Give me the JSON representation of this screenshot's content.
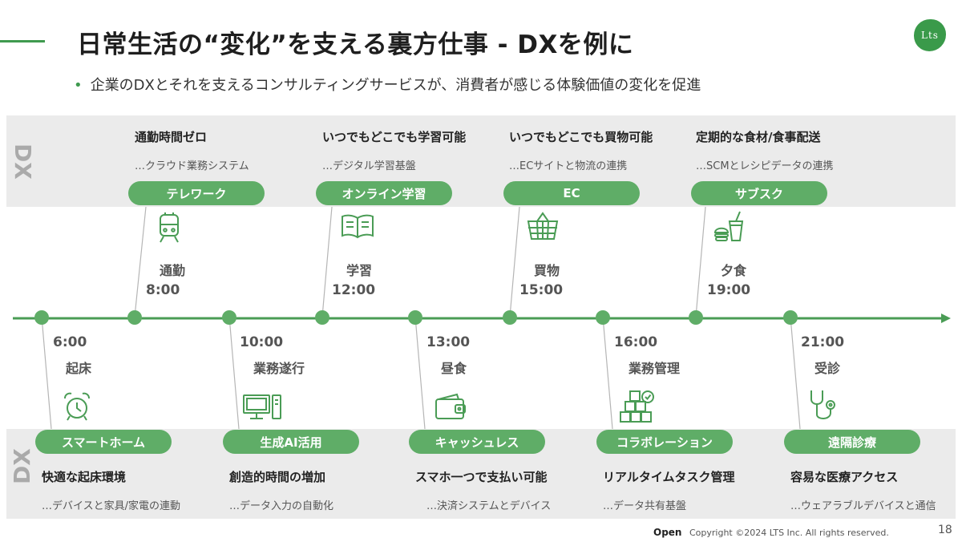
{
  "header": {
    "title": "日常生活の“変化”を支える裏方仕事 - DXを例に",
    "bullet": "•",
    "subtitle": "企業のDXとそれを支えるコンサルティングサービスが、消費者が感じる体験価値の変化を促進",
    "logo": "Lts"
  },
  "dx_label": "DX",
  "top_events": [
    {
      "time": "8:00",
      "activity": "通勤",
      "pill": "テレワーク",
      "value": "通勤時間ゼロ",
      "basis": "…クラウド業務システム",
      "icon": "train-icon"
    },
    {
      "time": "12:00",
      "activity": "学習",
      "pill": "オンライン学習",
      "value": "いつでもどこでも学習可能",
      "basis": "…デジタル学習基盤",
      "icon": "book-icon"
    },
    {
      "time": "15:00",
      "activity": "買物",
      "pill": "EC",
      "value": "いつでもどこでも買物可能",
      "basis": "…ECサイトと物流の連携",
      "icon": "basket-icon"
    },
    {
      "time": "19:00",
      "activity": "夕食",
      "pill": "サブスク",
      "value": "定期的な食材/食事配送",
      "basis": "…SCMとレシピデータの連携",
      "icon": "burger-drink-icon"
    }
  ],
  "bottom_events": [
    {
      "time": "6:00",
      "activity": "起床",
      "pill": "スマートホーム",
      "value": "快適な起床環境",
      "basis": "…デバイスと家具/家電の連動",
      "icon": "alarm-clock-icon"
    },
    {
      "time": "10:00",
      "activity": "業務遂行",
      "pill": "生成AI活用",
      "value": "創造的時間の増加",
      "basis": "…データ入力の自動化",
      "icon": "desktop-pc-icon"
    },
    {
      "time": "13:00",
      "activity": "昼食",
      "pill": "キャッシュレス",
      "value": "スマホ一つで支払い可能",
      "basis": "…決済システムとデバイス",
      "icon": "wallet-icon"
    },
    {
      "time": "16:00",
      "activity": "業務管理",
      "pill": "コラボレーション",
      "value": "リアルタイムタスク管理",
      "basis": "…データ共有基盤",
      "icon": "boxes-check-icon"
    },
    {
      "time": "21:00",
      "activity": "受診",
      "pill": "遠隔診療",
      "value": "容易な医療アクセス",
      "basis": "…ウェアラブルデバイスと通信",
      "icon": "stethoscope-icon"
    }
  ],
  "footer": {
    "classification": "Open",
    "copyright": "Copyright ©2024 LTS Inc. All rights reserved.",
    "page": "18"
  }
}
